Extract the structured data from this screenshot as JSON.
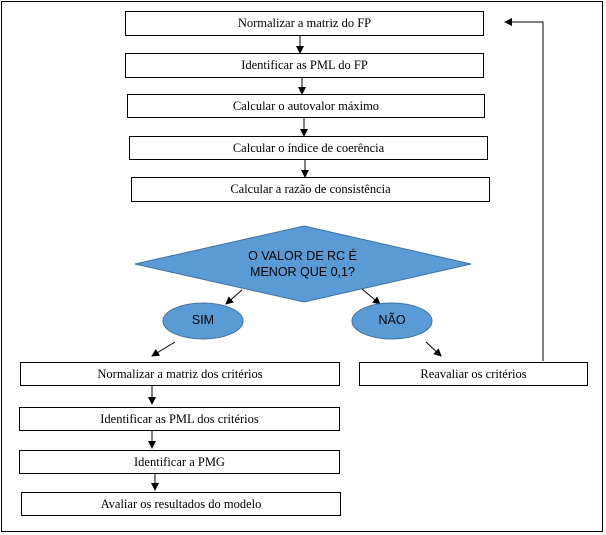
{
  "flowchart": {
    "steps_top": [
      "Normalizar a matriz do FP",
      "Identificar as PML do FP",
      "Calcular o autovalor máximo",
      "Calcular o índice de coerência",
      "Calcular a razão de consistência"
    ],
    "decision": {
      "line1": "O VALOR DE RC É",
      "line2": "MENOR QUE 0,1?"
    },
    "branch_yes": "SIM",
    "branch_no": "NÃO",
    "steps_yes": [
      "Normalizar a matriz dos critérios",
      "Identificar as PML dos critérios",
      "Identificar a PMG",
      "Avaliar os resultados do modelo"
    ],
    "step_no": "Reavaliar os critérios",
    "colors": {
      "shape_fill": "#5b9bd5",
      "shape_stroke": "#41719c",
      "line": "#000000"
    }
  }
}
